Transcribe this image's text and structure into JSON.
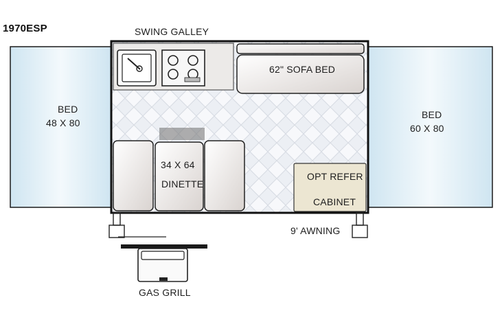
{
  "model_number": "1970ESP",
  "labels": {
    "swing_galley": "SWING GALLEY",
    "sofa_bed": "62\" SOFA BED",
    "bed_left_name": "BED",
    "bed_left_size": "48 X 80",
    "bed_right_name": "BED",
    "bed_right_size": "60 X 80",
    "dinette_size": "34 X 64",
    "dinette_name": "DINETTE",
    "refer_line1": "OPT REFER",
    "refer_line2": "CABINET",
    "awning": "9' AWNING",
    "gas_grill": "GAS GRILL"
  },
  "colors": {
    "bed_fill": "#dfeef6",
    "bed_stroke": "#1a1a1a",
    "floor": "#e9ecf2",
    "cushion": "#ece8e6",
    "cabinet": "#ece6d2",
    "wall": "#141414"
  },
  "icons": [
    "sink-icon",
    "stove-burner-icon"
  ]
}
